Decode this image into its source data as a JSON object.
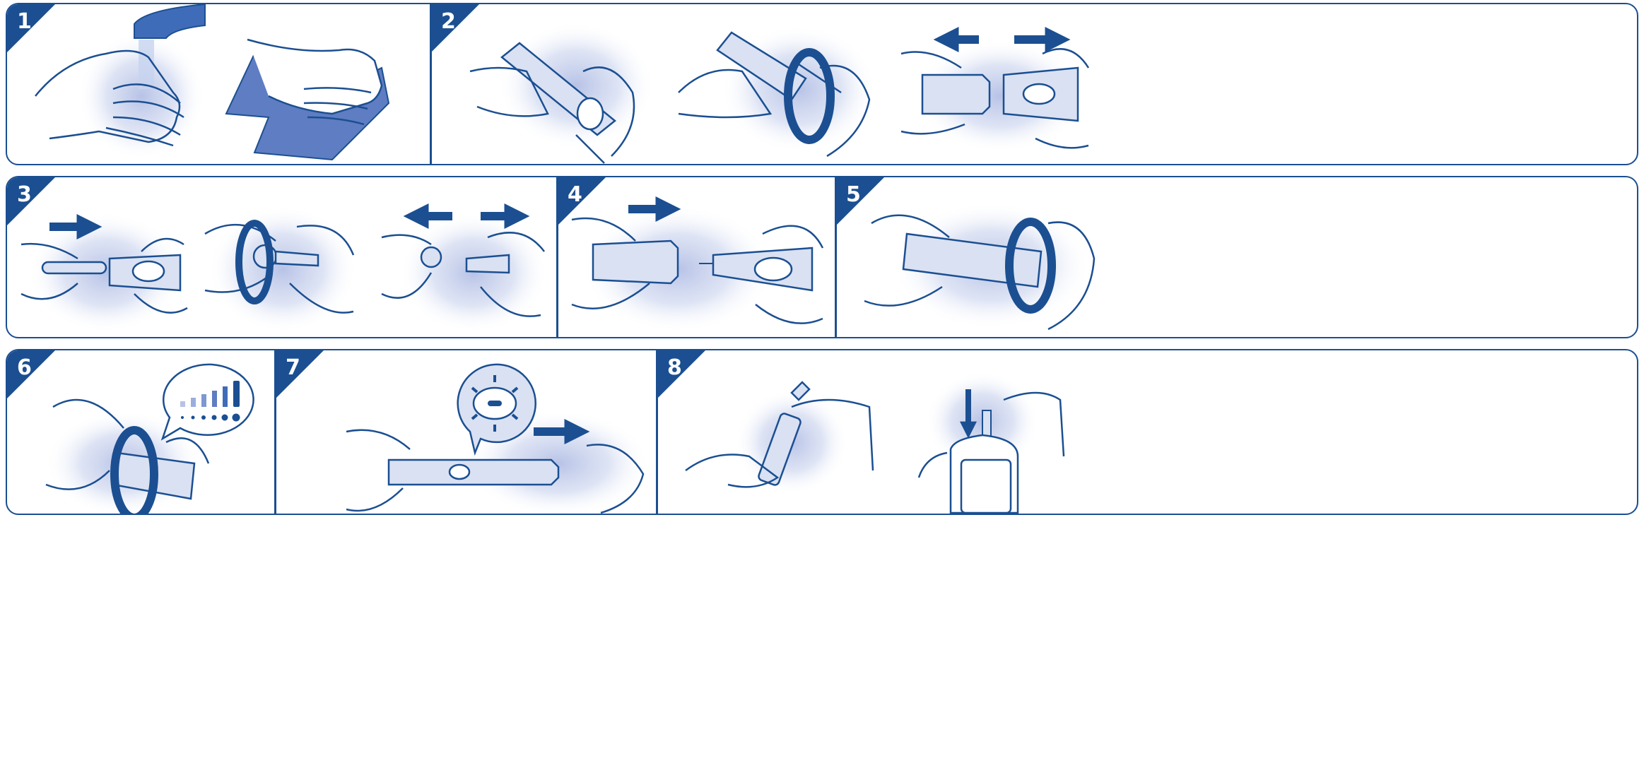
{
  "colors": {
    "brand": "#1b4f91",
    "fill": "#6a86c7",
    "glow": "#b7c2e6",
    "line": "#1b4f91"
  },
  "steps": [
    {
      "number": "1",
      "content": [
        "hands-under-faucet",
        "hands-drying-with-towel"
      ]
    },
    {
      "number": "2",
      "content": [
        "hold-lancing-device",
        "twist-cap-off",
        "pull-cap-from-device"
      ]
    },
    {
      "number": "3",
      "content": [
        "insert-lancet",
        "twist-off-lancet-cover",
        "pull-off-lancet-cover"
      ]
    },
    {
      "number": "4",
      "content": [
        "push-cap-back-on"
      ]
    },
    {
      "number": "5",
      "content": [
        "twist-cap-to-lock"
      ]
    },
    {
      "number": "6",
      "content": [
        "rotate-depth-dial",
        "depth-scale-bubble"
      ]
    },
    {
      "number": "7",
      "content": [
        "pull-back-to-cock",
        "zoomed-release-button-bubble"
      ]
    },
    {
      "number": "8",
      "content": [
        "remove-test-strip",
        "insert-strip-in-meter"
      ]
    }
  ]
}
